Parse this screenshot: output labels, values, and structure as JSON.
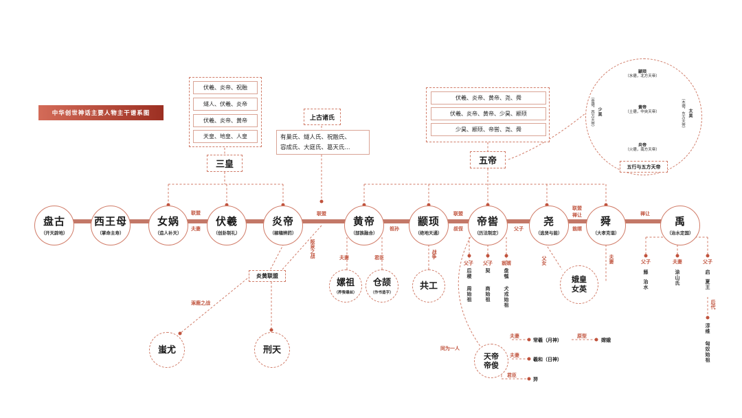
{
  "header": {
    "title": "中华创世神话主要人物主干谱系图"
  },
  "colors": {
    "accent": "#c0533d",
    "line": "#b9604d",
    "node_border": "#d07a66"
  },
  "main_line": [
    {
      "id": "pangu",
      "name": "盘古",
      "sub": "（开天辟地）"
    },
    {
      "id": "xiwangmu",
      "name": "西王母",
      "sub": "（掌命主寿）"
    },
    {
      "id": "nvwa",
      "name": "女娲",
      "sub": "（造人补天）"
    },
    {
      "id": "fuxi",
      "name": "伏羲",
      "sub": "（创卦制礼）"
    },
    {
      "id": "yandi",
      "name": "炎帝",
      "sub": "（稼穑辨药）"
    },
    {
      "id": "huangdi",
      "name": "黄帝",
      "sub": "（部族融合）"
    },
    {
      "id": "zhuanxu",
      "name": "颛顼",
      "sub": "（绝地天通）"
    },
    {
      "id": "diku",
      "name": "帝喾",
      "sub": "（历法制定）"
    },
    {
      "id": "yao",
      "name": "尧",
      "sub": "（选贤与能）"
    },
    {
      "id": "shun",
      "name": "舜",
      "sub": "（大孝克谐）"
    },
    {
      "id": "yu",
      "name": "禹",
      "sub": "（治水定国）"
    }
  ],
  "main_labels": {
    "nvwa_fuxi_top": "联盟",
    "nvwa_fuxi_bottom": "夫妻",
    "yandi_huangdi": "联盟",
    "huangdi_zhuanxu": "祖孙",
    "zhuanxu_diku_top": "联盟",
    "zhuanxu_diku_bottom": "叔侄",
    "diku_yao": "父子",
    "yao_shun_top": "联盟",
    "yao_shun_mid": "禅让",
    "yao_shun_bottom": "翁婿",
    "shun_yu": "禅让"
  },
  "sanhuang": {
    "title": "三皇",
    "lists": [
      "伏羲、炎帝、祝融",
      "燧人、伏羲、炎帝",
      "伏羲、炎帝、黄帝",
      "天皇、地皇、人皇"
    ]
  },
  "shanggu": {
    "title": "上古诸氏",
    "text": [
      "有巢氏、燧人氏、祝融氏、",
      "容成氏、大庭氏、葛天氏..."
    ]
  },
  "wudi": {
    "title": "五帝",
    "lists": [
      "伏羲、炎帝、黄帝、尧、舜",
      "伏羲、炎帝、黄帝、少昊、颛顼",
      "少昊、颛顼、帝喾、尧、舜"
    ]
  },
  "wuxing": {
    "title": "五行与五方天帝",
    "north": [
      "颛顼",
      "（水德，北方天帝）"
    ],
    "west": [
      "（金德，西方天帝）",
      "少昊"
    ],
    "center": [
      "黄帝",
      "（土德，中央天帝）"
    ],
    "east": [
      "（木德，东方天帝）",
      "太昊"
    ],
    "south": [
      "炎帝",
      "（火德，南方天帝）"
    ]
  },
  "yanhuang": {
    "title": "炎黄联盟",
    "link_label": "阪泉之战",
    "battle_label": "涿鹿之战"
  },
  "side_nodes": {
    "chiyou": "蚩尤",
    "xingtian": "刑天",
    "leizu": {
      "name": "嫘祖",
      "sub": "（养蚕缫丝）",
      "rel": "夫妻"
    },
    "cangjie": {
      "name": "仓颉",
      "sub": "（作书造字）",
      "rel": "君臣"
    },
    "gonggong": {
      "name": "共工",
      "rel": "战争"
    },
    "ehuang": {
      "name": "娥皇女英",
      "rel_shun": "夫妻",
      "rel_yao": "父女"
    },
    "dijun": {
      "name": "天帝帝俊",
      "rel": "同为一人"
    }
  },
  "diku_children": [
    {
      "rel": "父子",
      "cols": [
        "后稷",
        "周始祖"
      ]
    },
    {
      "rel": "父子",
      "cols": [
        "契",
        "商始祖"
      ]
    },
    {
      "rel": "翁婿",
      "cols": [
        "盘瓠",
        "犬戎始祖"
      ]
    }
  ],
  "dijun_children": [
    {
      "rel": "夫妻",
      "name": "常羲（月神）",
      "rel2": "原型",
      "name2": "嫦娥"
    },
    {
      "rel": "夫妻",
      "name": "羲和（日神）"
    },
    {
      "rel": "君臣",
      "name": "羿"
    }
  ],
  "yu_children": [
    {
      "rel": "父子",
      "cols": [
        "鲧",
        "治水"
      ]
    },
    {
      "rel": "夫妻",
      "cols": [
        "涂山氏"
      ]
    },
    {
      "rel": "父子",
      "cols": [
        "启",
        "夏王"
      ],
      "rel2": "后代",
      "cols2": [
        "淳维",
        "匈奴始祖"
      ]
    }
  ]
}
